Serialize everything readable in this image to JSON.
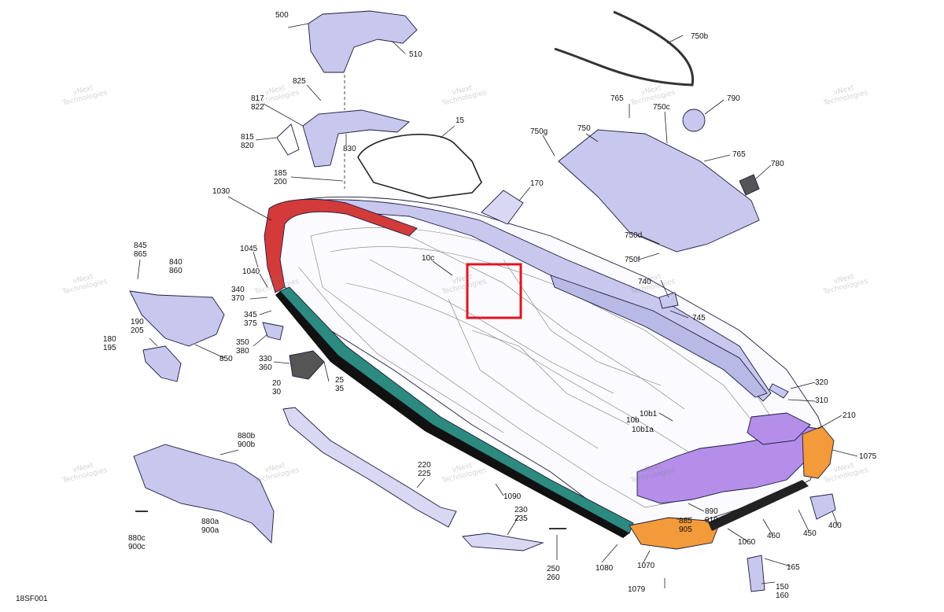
{
  "figure_code": "18SF001",
  "watermark": [
    "vNext",
    "Technologies"
  ],
  "callouts": {
    "c500": "500",
    "c510": "510",
    "c750b": "750b",
    "c15": "15",
    "c825": "825",
    "c817": "817",
    "c822": "822",
    "c815": "815",
    "c820": "820",
    "c830": "830",
    "c765a": "765",
    "c750c": "750c",
    "c790": "790",
    "c750g": "750g",
    "c750": "750",
    "c765b": "765",
    "c780": "780",
    "c185": "185",
    "c200": "200",
    "c170": "170",
    "c1030": "1030",
    "c750d": "750d",
    "c750f": "750f",
    "c1045": "1045",
    "c845": "845",
    "c865": "865",
    "c840": "840",
    "c860": "860",
    "c10c": "10c",
    "c1040": "1040",
    "c740": "740",
    "c340": "340",
    "c370": "370",
    "c745": "745",
    "c345": "345",
    "c375": "375",
    "c190": "190",
    "c205": "205",
    "c180": "180",
    "c195": "195",
    "c350": "350",
    "c380": "380",
    "c850": "850",
    "c330": "330",
    "c360": "360",
    "c25": "25",
    "c35": "35",
    "c20": "20",
    "c30": "30",
    "c320": "320",
    "c310": "310",
    "c10b1": "10b1",
    "c10b": "10b",
    "c10b1a": "10b1a",
    "c210": "210",
    "c880b": "880b",
    "c900b": "900b",
    "c1075": "1075",
    "c220": "220",
    "c225": "225",
    "c1090": "1090",
    "c890": "890",
    "c910": "910",
    "c885": "885",
    "c905": "905",
    "c880a": "880a",
    "c900a": "900a",
    "c230": "230",
    "c235": "235",
    "c400": "400",
    "c460": "460",
    "c450": "450",
    "c880c": "880c",
    "c900c": "900c",
    "c1060": "1060",
    "c165": "165",
    "c1080": "1080",
    "c1070": "1070",
    "c250": "250",
    "c260": "260",
    "c150": "150",
    "c160": "160",
    "c1079": "1079"
  },
  "colors": {
    "panel_fill": "#c8c8ee",
    "red_trim": "#d33a3a",
    "teal_bumper": "#2c8a7e",
    "orange_bumper": "#f39a3a",
    "purple_mat": "#b48ee8",
    "highlight_box": "#e0141e"
  }
}
